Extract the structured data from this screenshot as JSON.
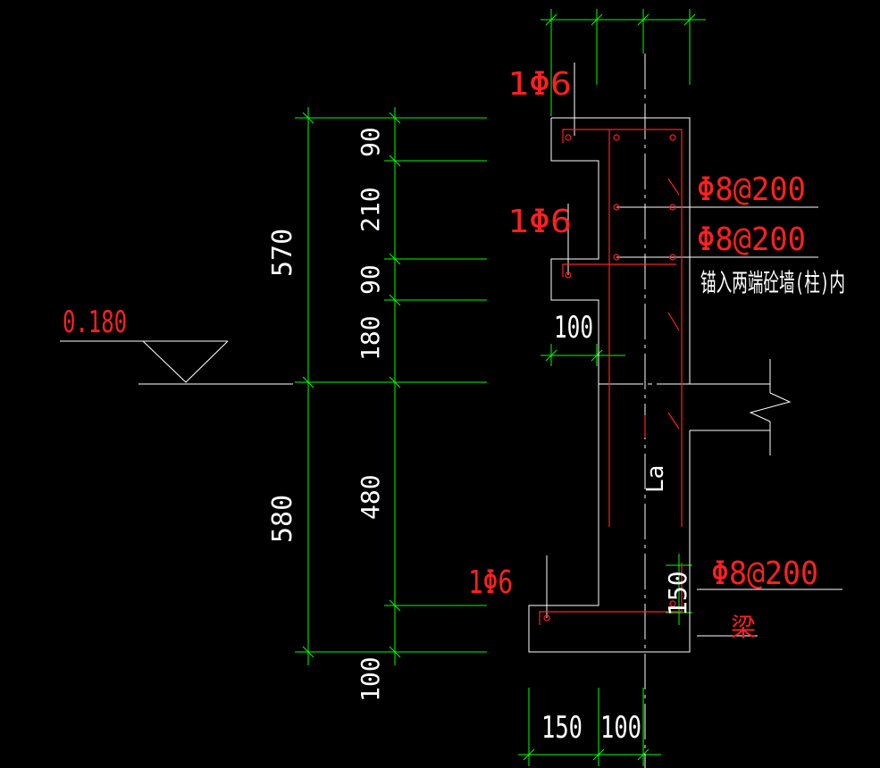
{
  "colors": {
    "background": "#000000",
    "dimension": "#00ff00",
    "outline": "#ffffff",
    "rebar": "#ff2020"
  },
  "elevation": {
    "value": "0.180"
  },
  "dims_outer": {
    "upper": "570",
    "lower": "580"
  },
  "dims_inner": {
    "d1": "90",
    "d2": "210",
    "d3": "90",
    "d4": "180",
    "d5": "480",
    "d6": "100"
  },
  "dims_bottom": {
    "left": "150",
    "right": "100"
  },
  "dim_ledge": "100",
  "dim_hook": "150",
  "rebar_labels": {
    "bar_top": "1Φ6",
    "bar_mid": "1Φ6",
    "bar_bottom": "1Φ6",
    "stirrup_1": "Φ8@200",
    "stirrup_2": "Φ8@200",
    "stirrup_3": "Φ8@200"
  },
  "notes": {
    "anchor": "锚入两端砼墙(柱)内",
    "beam": "梁",
    "anchorage": "La"
  }
}
